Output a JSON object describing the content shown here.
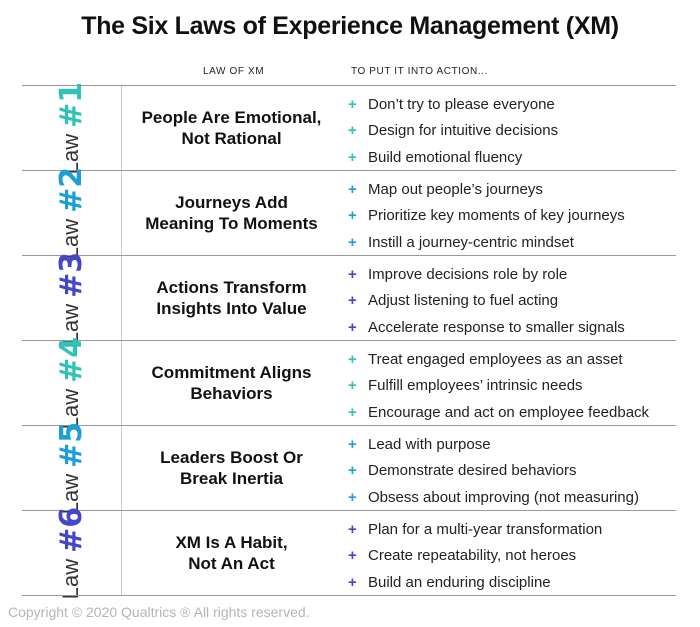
{
  "title": "The Six Laws of Experience Management (XM)",
  "headers": {
    "law": "LAW OF XM",
    "action": "TO PUT IT INTO ACTION..."
  },
  "laws": [
    {
      "word": "Law",
      "number": "#1",
      "color": "#2fc2b7",
      "name_line1": "People Are Emotional,",
      "name_line2": "Not Rational",
      "actions": [
        "Don’t try to please everyone",
        "Design for intuitive decisions",
        "Build emotional fluency"
      ]
    },
    {
      "word": "Law",
      "number": "#2",
      "color": "#1c9fd9",
      "name_line1": "Journeys Add",
      "name_line2": "Meaning To Moments",
      "actions": [
        "Map out people’s journeys",
        "Prioritize key moments of key journeys",
        "Instill a journey-centric mindset"
      ]
    },
    {
      "word": "Law",
      "number": "#3",
      "color": "#4546c9",
      "name_line1": "Actions Transform",
      "name_line2": "Insights Into Value",
      "actions": [
        "Improve decisions role by role",
        "Adjust listening to fuel acting",
        "Accelerate response to smaller signals"
      ]
    },
    {
      "word": "Law",
      "number": "#4",
      "color": "#2fc2b7",
      "name_line1": "Commitment Aligns",
      "name_line2": "Behaviors",
      "actions": [
        "Treat engaged employees as an asset",
        "Fulfill employees’ intrinsic needs",
        "Encourage and act on employee feedback"
      ]
    },
    {
      "word": "Law",
      "number": "#5",
      "color": "#1c9fd9",
      "name_line1": "Leaders Boost Or",
      "name_line2": "Break Inertia",
      "actions": [
        "Lead with purpose",
        "Demonstrate desired behaviors",
        "Obsess about improving (not measuring)"
      ]
    },
    {
      "word": "Law",
      "number": "#6",
      "color": "#4546c9",
      "name_line1": "XM Is A Habit,",
      "name_line2": "Not An Act",
      "actions": [
        "Plan for a multi-year transformation",
        "Create repeatability, not heroes",
        "Build an enduring discipline"
      ]
    }
  ],
  "bullet": "+",
  "footer": "Copyright © 2020 Qualtrics ® All rights reserved."
}
